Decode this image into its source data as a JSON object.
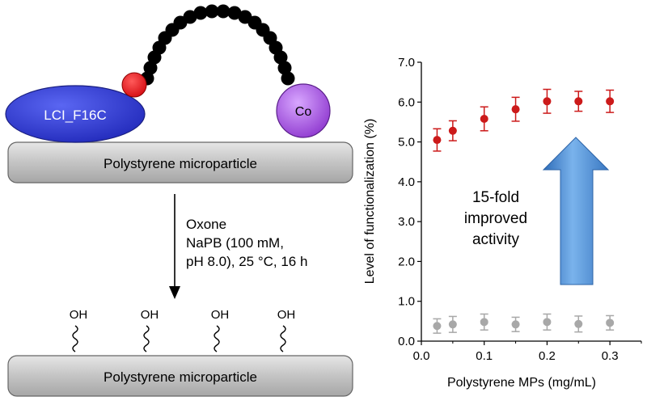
{
  "schematic": {
    "enzyme_label": "LCI_F16C",
    "cofactor_label": "Co",
    "surface_top_label": "Polystyrene microparticle",
    "surface_bottom_label": "Polystyrene microparticle",
    "reaction": {
      "line1": "Oxone",
      "line2": "NaPB (100 mM,",
      "line3": "pH 8.0), 25 °C, 16 h"
    },
    "hydroxyl_labels": [
      "OH",
      "OH",
      "OH",
      "OH"
    ],
    "colors": {
      "enzyme": "#2a35d8",
      "cofactor": "#9a44d8",
      "anchor_bead": "#e8141b",
      "chain_bead": "#000000",
      "surface": "#c6c6c6"
    }
  },
  "annotation": {
    "line1": "15-fold",
    "line2": "improved",
    "line3": "activity",
    "arrow_color": "#4f8fd4"
  },
  "chart_data": {
    "type": "scatter",
    "xlabel": "Polystyrene MPs (mg/mL)",
    "ylabel": "Level of functionalization (%)",
    "xlim": [
      0.0,
      0.35
    ],
    "ylim": [
      0.0,
      7.0
    ],
    "xticks": [
      "0.0",
      "0.1",
      "0.2",
      "0.3"
    ],
    "yticks": [
      "0.0",
      "1.0",
      "2.0",
      "3.0",
      "4.0",
      "5.0",
      "6.0",
      "7.0"
    ],
    "grid": false,
    "series": [
      {
        "color": "#cc1a1a",
        "x": [
          0.025,
          0.05,
          0.1,
          0.15,
          0.2,
          0.25,
          0.3
        ],
        "y": [
          5.05,
          5.28,
          5.58,
          5.82,
          6.02,
          6.02,
          6.02
        ],
        "err": [
          0.28,
          0.25,
          0.3,
          0.3,
          0.3,
          0.25,
          0.28
        ]
      },
      {
        "color": "#a8a8a8",
        "x": [
          0.025,
          0.05,
          0.1,
          0.15,
          0.2,
          0.25,
          0.3
        ],
        "y": [
          0.38,
          0.42,
          0.48,
          0.42,
          0.48,
          0.43,
          0.46
        ],
        "err": [
          0.18,
          0.2,
          0.2,
          0.18,
          0.2,
          0.2,
          0.18
        ]
      }
    ]
  }
}
